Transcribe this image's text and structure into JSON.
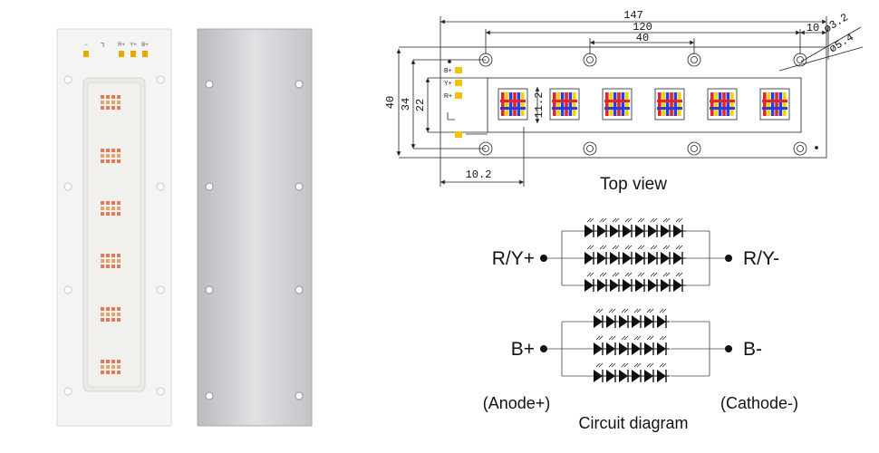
{
  "photos": {
    "pcb_pads": [
      "−",
      "L",
      "R+",
      "Y+",
      "B+"
    ]
  },
  "top_view": {
    "caption": "Top view",
    "dimensions": {
      "d147": "147",
      "d120": "120",
      "d40h": "40",
      "d10": "10",
      "d40v": "40",
      "d34": "34",
      "d22": "22",
      "d11_2": "11.2",
      "d10_2": "10.2",
      "hole_small": "ø3.2",
      "hole_large": "ø5.4"
    },
    "pads": [
      "B+",
      "Y+",
      "R+"
    ],
    "colors": {
      "pad": "#f2c200",
      "red": "#e0262b",
      "yellow": "#f2d200",
      "blue": "#2b3fd6"
    }
  },
  "circuit": {
    "caption": "Circuit diagram",
    "left_top": "R/Y+",
    "right_top": "R/Y-",
    "left_bottom": "B+",
    "right_bottom": "B-",
    "anode": "(Anode+)",
    "cathode": "(Cathode-)"
  }
}
